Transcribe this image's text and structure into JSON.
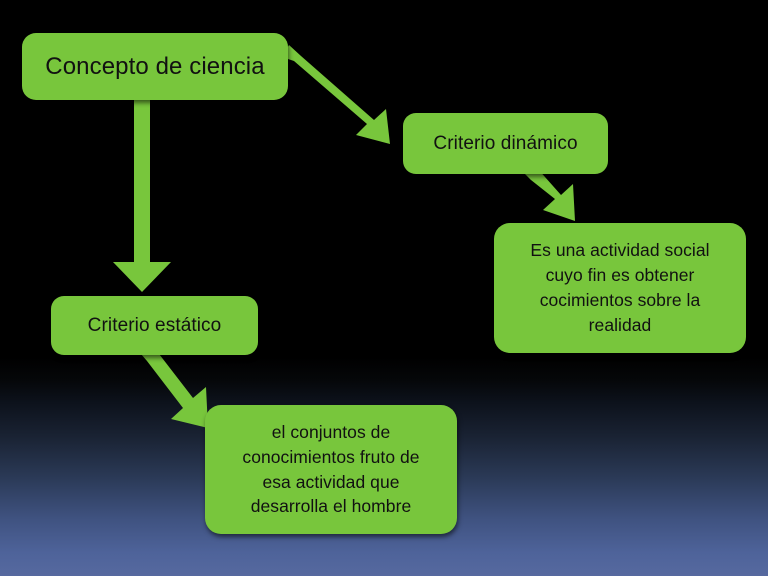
{
  "slide": {
    "title": "Concepto de ciencia",
    "background": {
      "top_color": "#000000",
      "bottom_color": "#56699f",
      "style": "vertical gradient black to slate blue"
    },
    "theme": {
      "node_fill": "#78c63c",
      "node_text_color": "#111111",
      "connector_color": "#78c63c"
    }
  },
  "diagram": {
    "type": "flowchart",
    "nodes": [
      {
        "id": "concepto",
        "label": "Concepto de ciencia",
        "role": "root"
      },
      {
        "id": "criterio-dinamico",
        "label": "Criterio dinámico",
        "role": "branch"
      },
      {
        "id": "criterio-estatico",
        "label": "Criterio estático",
        "role": "branch"
      },
      {
        "id": "actividad-social",
        "label": "Es una actividad  social cuyo fin es obtener cocimientos sobre la realidad",
        "lines": [
          "Es una actividad  social",
          "cuyo fin es obtener",
          "cocimientos sobre la",
          "realidad"
        ],
        "role": "leaf"
      },
      {
        "id": "conjunto-conocimientos",
        "label": "el conjuntos de conocimientos fruto de esa actividad que desarrolla el hombre",
        "lines": [
          "el conjuntos de",
          "conocimientos fruto de",
          "esa actividad que",
          "desarrolla el hombre"
        ],
        "role": "leaf"
      }
    ],
    "edges": [
      {
        "id": "edge-concepto-dinamico",
        "from": "concepto",
        "to": "criterio-dinamico",
        "shape": "diagonal-arrow-down-right"
      },
      {
        "id": "edge-concepto-estatico",
        "from": "concepto",
        "to": "criterio-estatico",
        "shape": "straight-arrow-down"
      },
      {
        "id": "edge-dinamico-actividad",
        "from": "criterio-dinamico",
        "to": "actividad-social",
        "shape": "diagonal-arrow-down-right"
      },
      {
        "id": "edge-estatico-conjunto",
        "from": "criterio-estatico",
        "to": "conjunto-conocimientos",
        "shape": "diagonal-arrow-down-right"
      }
    ]
  }
}
